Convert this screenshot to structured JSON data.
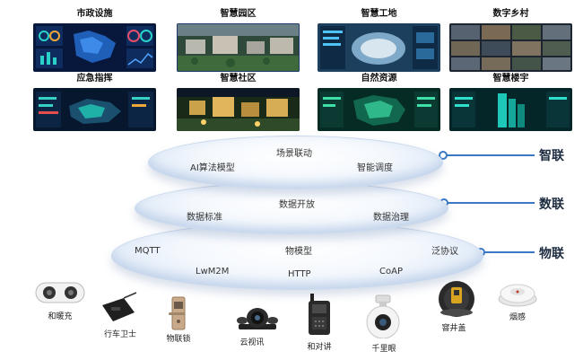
{
  "thumbnails": [
    {
      "title": "市政设施"
    },
    {
      "title": "智慧园区"
    },
    {
      "title": "智慧工地"
    },
    {
      "title": "数字乡村"
    },
    {
      "title": "应急指挥"
    },
    {
      "title": "智慧社区"
    },
    {
      "title": "自然资源"
    },
    {
      "title": "智慧楼宇"
    }
  ],
  "layers": [
    {
      "name": "智联",
      "items": [
        "场景联动",
        "AI算法模型",
        "智能调度"
      ]
    },
    {
      "name": "数联",
      "items": [
        "数据开放",
        "数据标准",
        "数据治理"
      ]
    },
    {
      "name": "物联",
      "items": [
        "MQTT",
        "物模型",
        "泛协议",
        "LwM2M",
        "HTTP",
        "CoAP"
      ]
    }
  ],
  "devices": [
    {
      "label": "和暖充",
      "icon": "charger-icon"
    },
    {
      "label": "行车卫士",
      "icon": "vehicle-tracker-icon"
    },
    {
      "label": "物联锁",
      "icon": "smart-lock-icon"
    },
    {
      "label": "云视讯",
      "icon": "video-conference-icon"
    },
    {
      "label": "和对讲",
      "icon": "walkie-talkie-icon"
    },
    {
      "label": "千里眼",
      "icon": "dome-camera-icon"
    },
    {
      "label": "窨井盖",
      "icon": "manhole-sensor-icon"
    },
    {
      "label": "烟感",
      "icon": "smoke-detector-icon"
    }
  ],
  "colors": {
    "accent": "#3a78c6",
    "dashboard_bg": "#0b1a3a"
  }
}
